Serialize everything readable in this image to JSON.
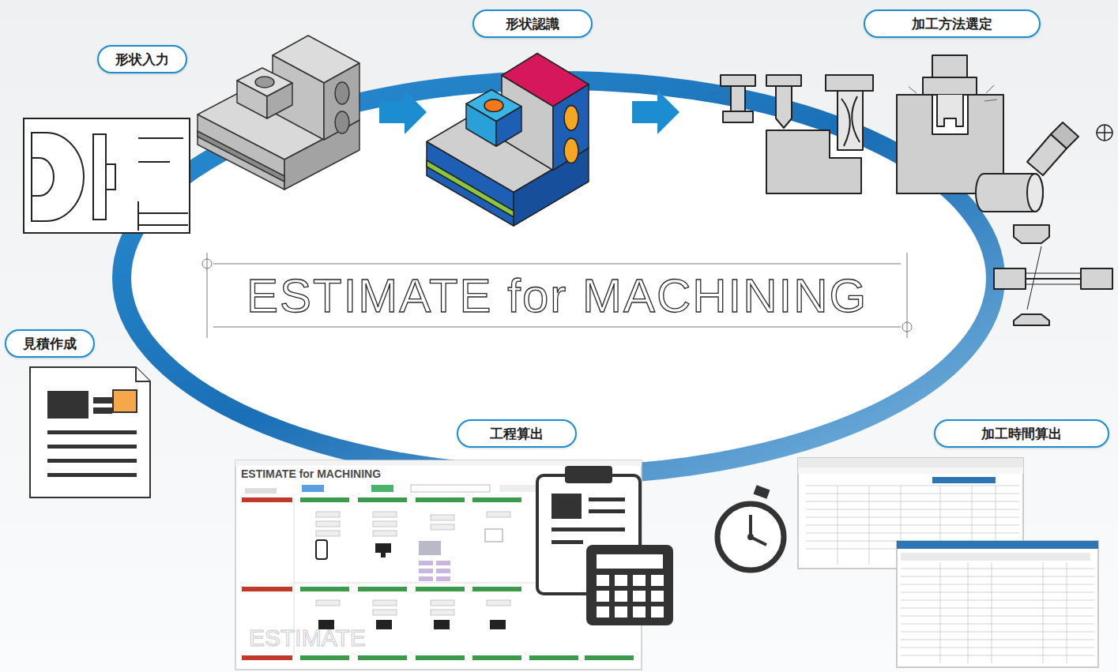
{
  "diagram": {
    "title": "ESTIMATE for MACHINING",
    "nodes": [
      {
        "text": [
          "形状入力"
        ]
      },
      {
        "text": [
          "形状認識"
        ]
      },
      {
        "text": [
          "加工方法選定"
        ]
      },
      {
        "text": [
          "見積作成"
        ]
      },
      {
        "text": [
          "工程算出"
        ]
      },
      {
        "text": [
          "加工時間算出"
        ]
      }
    ],
    "labels": [
      "ESTIMATE for MACHINING"
    ]
  }
}
